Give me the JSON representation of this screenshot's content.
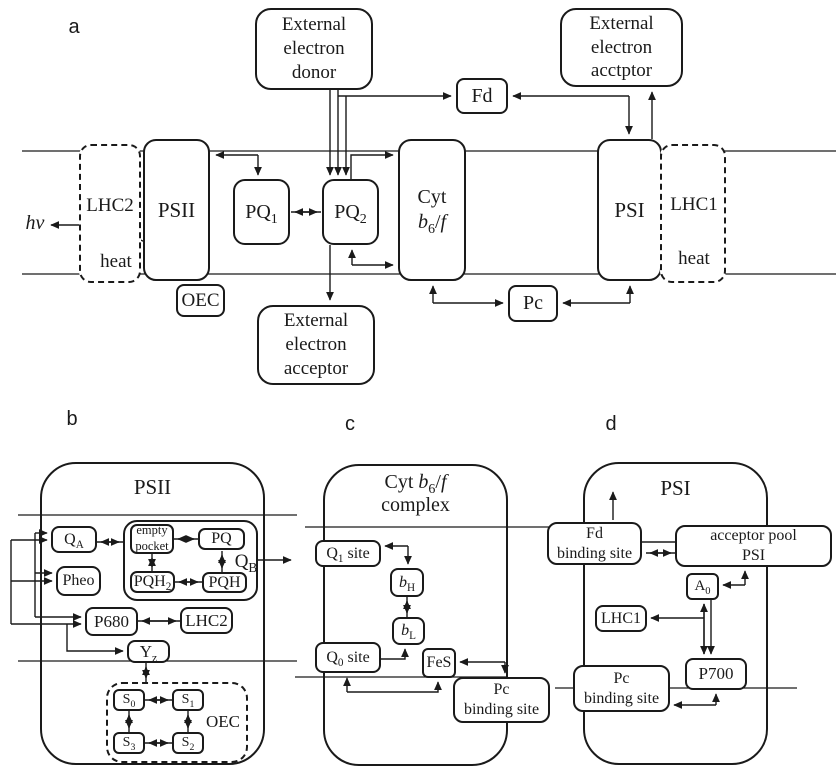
{
  "colors": {
    "ink": "#1a1a1a",
    "bg": "#ffffff"
  },
  "a": {
    "label": "a",
    "donor": [
      "External",
      "electron",
      "donor"
    ],
    "acceptor_top": [
      "External",
      "electron",
      "acctptor"
    ],
    "acceptor_bottom": [
      "External",
      "electron",
      "acceptor"
    ],
    "fd": "Fd",
    "pc": "Pc",
    "psii": "PSII",
    "psi": "PSI",
    "lhc2": "LHC2",
    "lhc1": "LHC1",
    "oec": "OEC",
    "heat_left": "heat",
    "heat_right": "heat",
    "hv": "hν",
    "pq1": {
      "base": "PQ",
      "sub": "1"
    },
    "pq2": {
      "base": "PQ",
      "sub": "2"
    },
    "cyt": {
      "line1": "Cyt",
      "b": "b",
      "sub6": "6",
      "slash": "/",
      "f": "f"
    }
  },
  "b": {
    "label": "b",
    "title": "PSII",
    "qa": {
      "base": "Q",
      "sub": "A"
    },
    "pheo": "Pheo",
    "empty_pocket": [
      "empty",
      "pocket"
    ],
    "pq": "PQ",
    "pqh2": {
      "base": "PQH",
      "sub": "2"
    },
    "pqh": "PQH",
    "qb": {
      "base": "Q",
      "sub": "B"
    },
    "p680": "P680",
    "lhc2": "LHC2",
    "yz": {
      "base": "Y",
      "sub": "z"
    },
    "oec": "OEC",
    "s0": {
      "base": "S",
      "sub": "0"
    },
    "s1": {
      "base": "S",
      "sub": "1"
    },
    "s2": {
      "base": "S",
      "sub": "2"
    },
    "s3": {
      "base": "S",
      "sub": "3"
    }
  },
  "c": {
    "label": "c",
    "title": {
      "pre": "Cyt ",
      "b": "b",
      "sub6": "6",
      "slash": "/",
      "f": "f",
      "line2": "complex"
    },
    "q1site": {
      "base": "Q",
      "sub": "1",
      "rest": " site"
    },
    "q0site": {
      "base": "Q",
      "sub": "0",
      "rest": " site"
    },
    "bh": {
      "base": "b",
      "sub": "H"
    },
    "bl": {
      "base": "b",
      "sub": "L"
    },
    "fes": "FeS",
    "pcsite": [
      "Pc",
      "binding site"
    ]
  },
  "d": {
    "label": "d",
    "title": "PSI",
    "fdsite": [
      "Fd",
      "binding site"
    ],
    "pool": [
      "acceptor pool",
      "PSI"
    ],
    "a0": {
      "base": "A",
      "sub": "0"
    },
    "lhc1": "LHC1",
    "p700": "P700",
    "pcsite": [
      "Pc",
      "binding site"
    ]
  }
}
